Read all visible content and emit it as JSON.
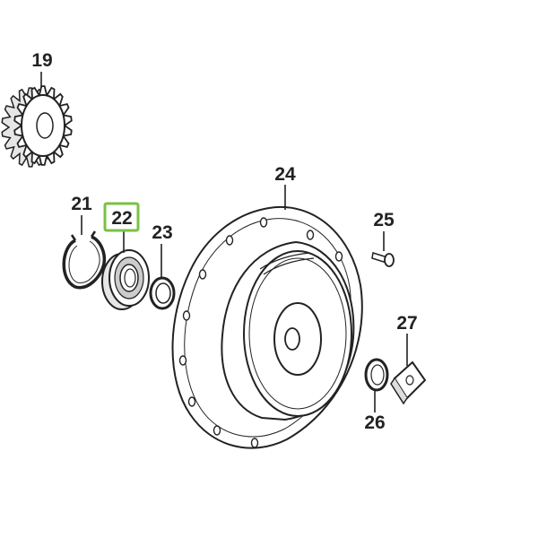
{
  "callouts": {
    "c19": "19",
    "c21": "21",
    "c22": "22",
    "c23": "23",
    "c24": "24",
    "c25": "25",
    "c26": "26",
    "c27": "27"
  },
  "colors": {
    "highlight": "#7ac143",
    "line": "#222222",
    "background": "#ffffff"
  }
}
